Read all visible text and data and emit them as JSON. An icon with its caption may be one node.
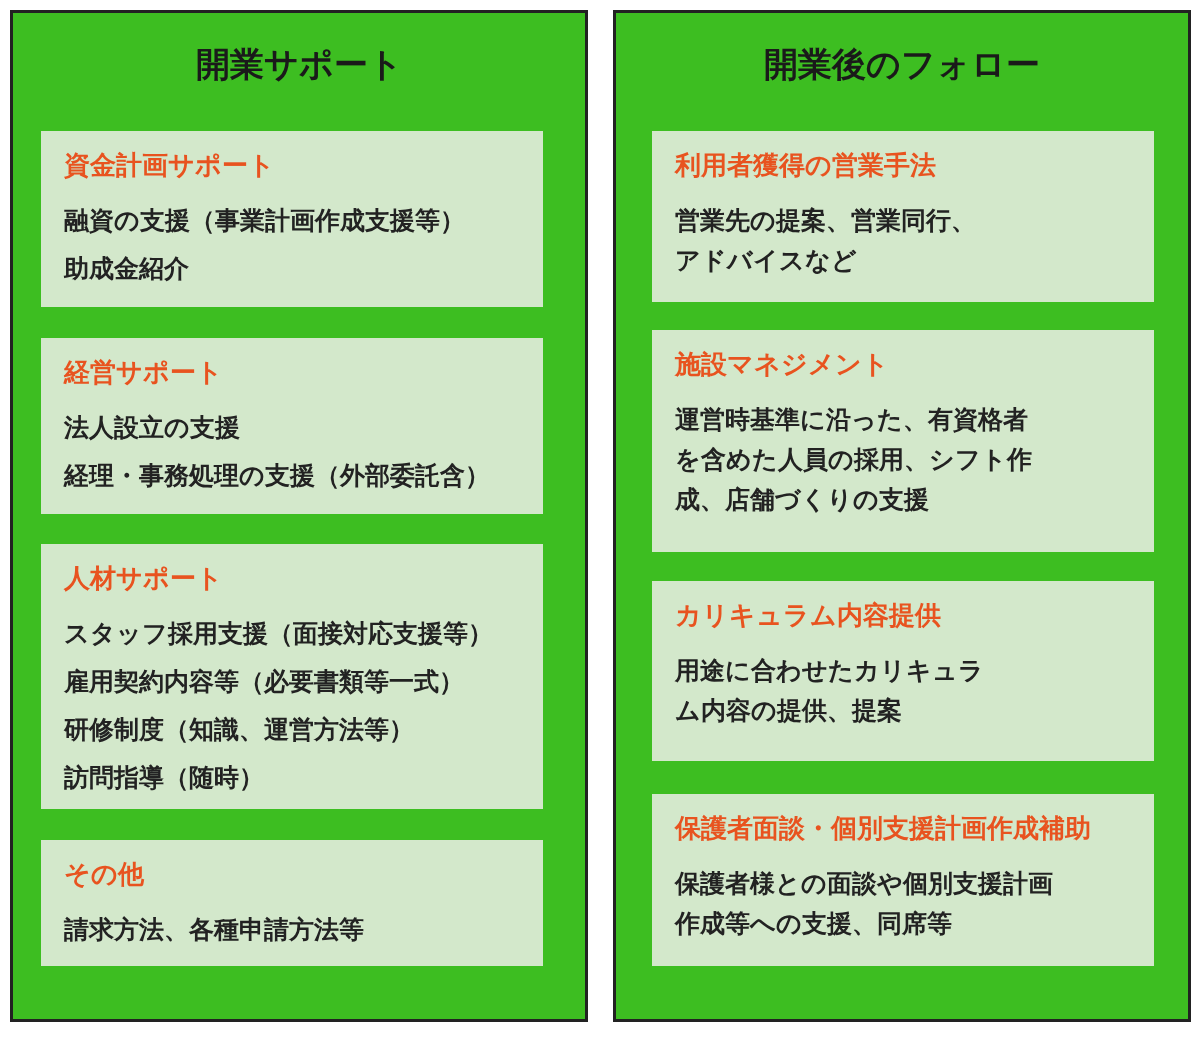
{
  "diagram": {
    "nodes": [
      {
        "text": [
          "開業サポート"
        ]
      },
      {
        "text": [
          "資金計画サポート",
          "融資の支援（事業計画作成支援等）",
          "助成金紹介"
        ],
        "in": 0
      },
      {
        "text": [
          "経営サポート",
          "法人設立の支援",
          "経理・事務処理の支援（外部委託含）"
        ],
        "in": 0
      },
      {
        "text": [
          "人材サポート",
          "スタッフ採用支援（面接対応支援等）",
          "雇用契約内容等（必要書類等一式）",
          "研修制度（知識、運営方法等）",
          "訪問指導（随時）"
        ],
        "in": 0
      },
      {
        "text": [
          "その他",
          "請求方法、各種申請方法等"
        ],
        "in": 0
      },
      {
        "text": [
          "開業後のフォロー"
        ]
      },
      {
        "text": [
          "利用者獲得の営業手法",
          "営業先の提案、営業同行、アドバイスなど"
        ],
        "in": 5
      },
      {
        "text": [
          "施設マネジメント",
          "運営時基準に沿った、有資格者を含めた人員の採用、シフト作成、店舗づくりの支援"
        ],
        "in": 5
      },
      {
        "text": [
          "カリキュラム内容提供",
          "用途に合わせたカリキュラム内容の提供、提案"
        ],
        "in": 5
      },
      {
        "text": [
          "保護者面談・個別支援計画作成補助",
          "保護者様との面談や個別支援計画作成等への支援、同席等"
        ],
        "in": 5
      }
    ]
  }
}
